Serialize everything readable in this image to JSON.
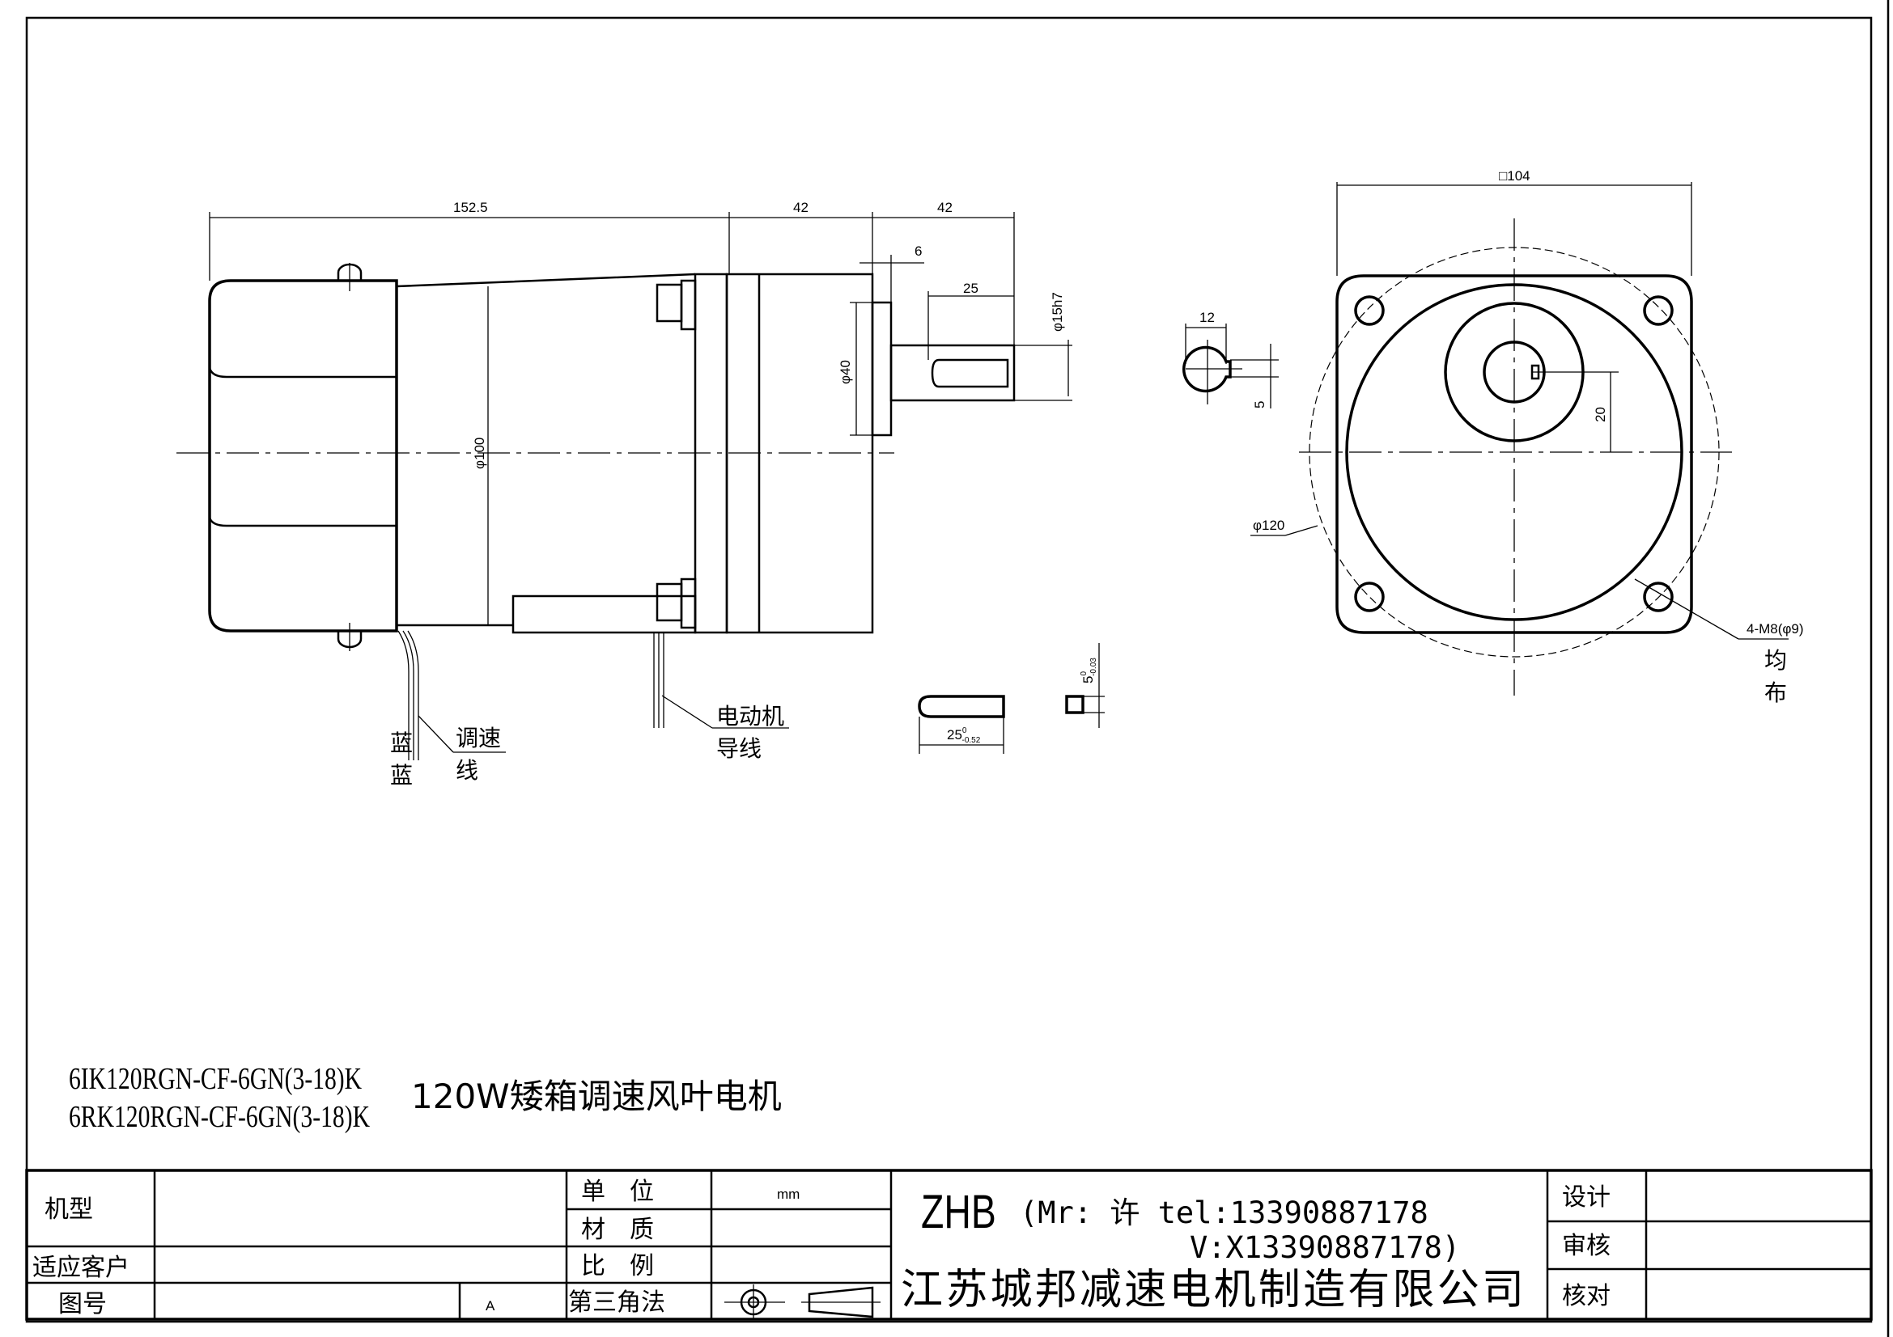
{
  "drawing": {
    "models": [
      "6IK120RGN-CF-6GN(3-18)K",
      "6RK120RGN-CF-6GN(3-18)K"
    ],
    "product_name": "120W矮箱调速风叶电机",
    "side_view": {
      "dims": {
        "motor_length": "152.5",
        "gearbox_length": "42",
        "shaft_length": "42",
        "pilot": "6",
        "key_length": "25",
        "shaft_dia": "φ15h7",
        "pilot_dia": "φ40",
        "body_dia": "φ100"
      },
      "labels": {
        "blue1": "蓝",
        "blue2": "蓝",
        "speed_wire1": "调速",
        "speed_wire2": "线",
        "motor_wire1": "电动机",
        "motor_wire2": "导线"
      }
    },
    "front_view": {
      "dims": {
        "square": "□104",
        "bolt_circle": "φ120",
        "offset": "20",
        "holes": "4-M8(φ9)",
        "holes_note1": "均",
        "holes_note2": "布"
      }
    },
    "shaft_section": {
      "width": "12",
      "key": "5"
    },
    "key": {
      "length": "25",
      "length_tol_upper": "0",
      "length_tol_lower": "-0.52",
      "height": "5",
      "height_tol_upper": "0",
      "height_tol_lower": "-0.03"
    }
  },
  "title_block": {
    "model_label": "机型",
    "customer_label": "适应客户",
    "drawing_no_label": "图号",
    "revision": "A",
    "unit_label": "单　位",
    "unit_value": "mm",
    "material_label": "材　质",
    "scale_label": "比　例",
    "projection_label": "第三角法",
    "brand": "ZHB",
    "contact_line1": "(Mr: 许 tel:13390887178",
    "contact_line2": "V:X13390887178)",
    "company": "江苏城邦减速电机制造有限公司",
    "design_label": "设计",
    "review_label": "审核",
    "check_label": "核对"
  }
}
